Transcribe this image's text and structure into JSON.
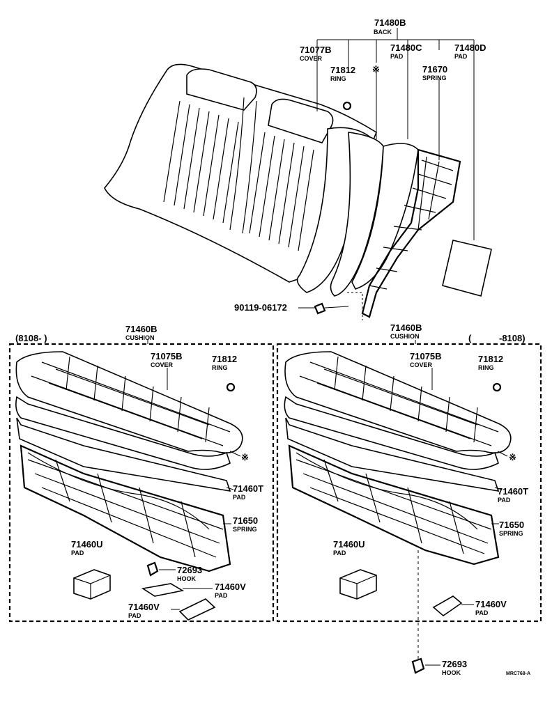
{
  "back_assembly": {
    "part_no": "71480B",
    "name": "BACK",
    "cover": {
      "part_no": "71077B",
      "name": "COVER"
    },
    "ring": {
      "part_no": "71812",
      "name": "RING"
    },
    "pad_c": {
      "part_no": "71480C",
      "name": "PAD"
    },
    "pad_d": {
      "part_no": "71480D",
      "name": "PAD"
    },
    "spring": {
      "part_no": "71670",
      "name": "SPRING"
    },
    "bolt": {
      "part_no": "90119-06172"
    }
  },
  "left_panel": {
    "period": "(8108-        )",
    "part_no": "71460B",
    "name": "CUSHION",
    "cover": {
      "part_no": "71075B",
      "name": "COVER"
    },
    "ring": {
      "part_no": "71812",
      "name": "RING"
    },
    "pad_t": {
      "part_no": "71460T",
      "name": "PAD"
    },
    "spring": {
      "part_no": "71650",
      "name": "SPRING"
    },
    "pad_u": {
      "part_no": "71460U",
      "name": "PAD"
    },
    "hook": {
      "part_no": "72693",
      "name": "HOOK"
    },
    "pad_v1": {
      "part_no": "71460V",
      "name": "PAD"
    },
    "pad_v2": {
      "part_no": "71460V",
      "name": "PAD"
    }
  },
  "right_panel": {
    "period_open": "(",
    "period": "-8108)",
    "part_no": "71460B",
    "name": "CUSHION",
    "cover": {
      "part_no": "71075B",
      "name": "COVER"
    },
    "ring": {
      "part_no": "71812",
      "name": "RING"
    },
    "pad_t": {
      "part_no": "71460T",
      "name": "PAD"
    },
    "spring": {
      "part_no": "71650",
      "name": "SPRING"
    },
    "pad_u": {
      "part_no": "71460U",
      "name": "PAD"
    },
    "pad_v": {
      "part_no": "71460V",
      "name": "PAD"
    }
  },
  "bottom_hook": {
    "part_no": "72693",
    "name": "HOOK"
  },
  "symbol": "※",
  "drawing_code": "MRC768-A"
}
